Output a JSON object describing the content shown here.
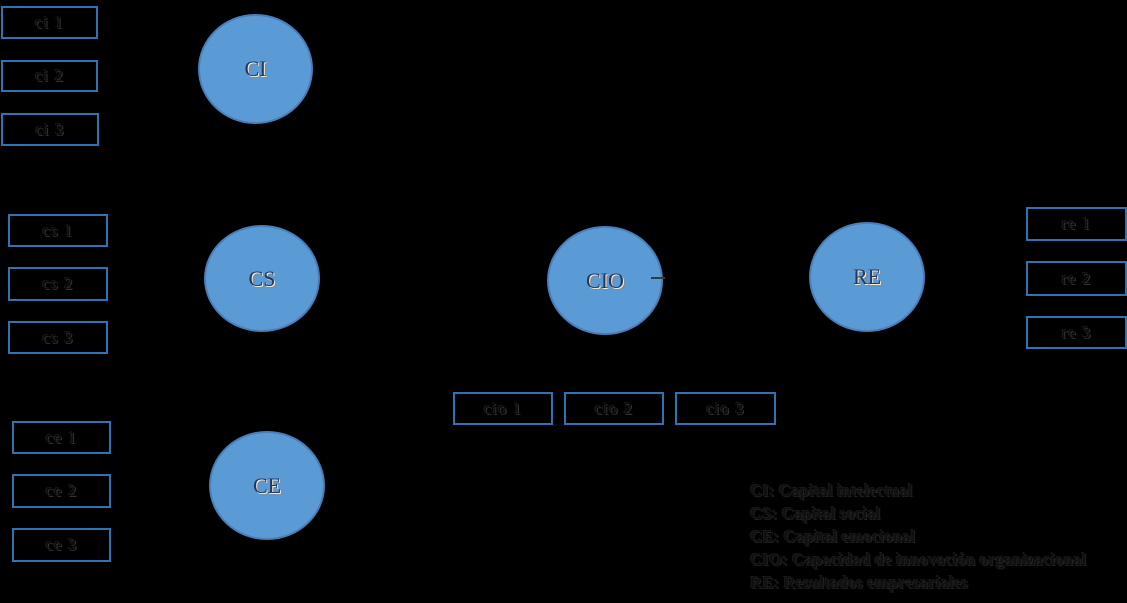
{
  "diagram": {
    "type": "sem-path-diagram",
    "background": "#000000",
    "colors": {
      "node_fill": "#5B9BD5",
      "node_border": "#4A7EB8",
      "box_border": "#2E74B5",
      "ghost_text": "#0c0c0c"
    },
    "nodes": {
      "ci": "CI",
      "cs": "CS",
      "ce": "CE",
      "cio": "CIO",
      "re": "RE"
    },
    "boxes": {
      "ci": [
        "ci 1",
        "ci 2",
        "ci 3"
      ],
      "cs": [
        "cs 1",
        "cs 2",
        "cs 3"
      ],
      "ce": [
        "ce 1",
        "ce 2",
        "ce 3"
      ],
      "cio": [
        "cio 1",
        "cio 2",
        "cio 3"
      ],
      "re": [
        "re 1",
        "re 2",
        "re 3"
      ]
    },
    "legend": [
      "CI: Capital intelectual",
      "CS: Capital social",
      "CE: Capital emocional",
      "CIO: Capacidad de innovación organizacional",
      "RE: Resultados empresariales"
    ]
  }
}
